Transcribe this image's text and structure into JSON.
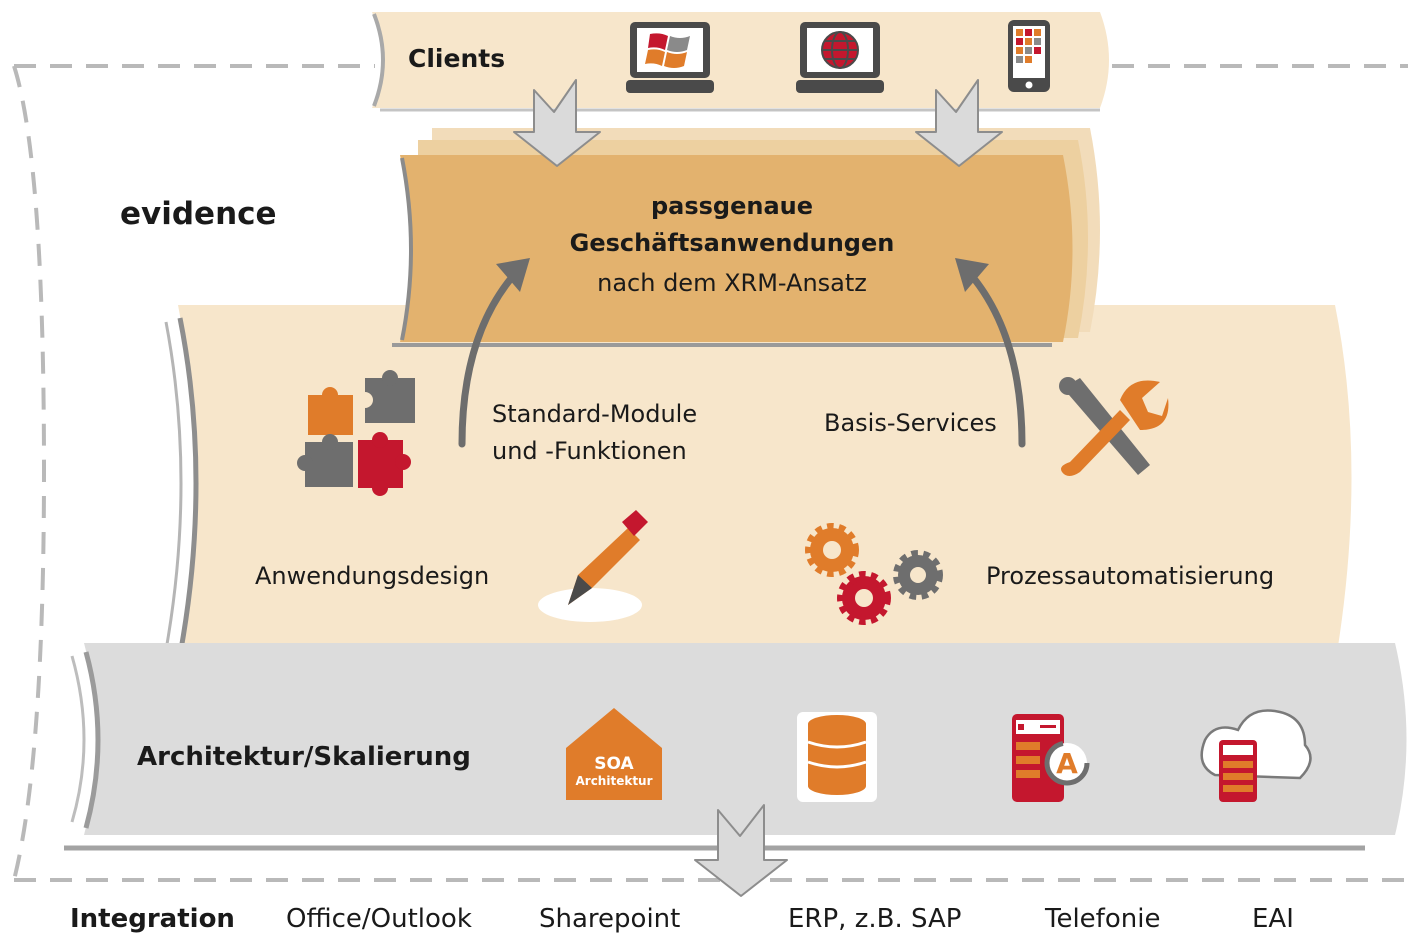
{
  "brand": "evidence",
  "clients": {
    "label": "Clients",
    "icons": [
      "windows-laptop-icon",
      "globe-laptop-icon",
      "smartphone-icon"
    ]
  },
  "core": {
    "line1": "passgenaue",
    "line2": "Geschäftsanwendungen",
    "line3": "nach dem XRM-Ansatz"
  },
  "platform": {
    "modules_line1": "Standard-Module",
    "modules_line2": "und -Funktionen",
    "basis": "Basis-Services",
    "design": "Anwendungsdesign",
    "process": "Prozessautomatisierung",
    "icons": [
      "puzzle-icon",
      "tools-icon",
      "pencil-icon",
      "gears-icon"
    ]
  },
  "architecture": {
    "label": "Architektur/Skalierung",
    "soa_title": "SOA",
    "soa_sub": "Architektur",
    "icons": [
      "soa-house-icon",
      "database-icon",
      "server-availability-icon",
      "cloud-server-icon"
    ]
  },
  "integration": {
    "label": "Integration",
    "items": [
      "Office/Outlook",
      "Sharepoint",
      "ERP, z.B. SAP",
      "Telefonie",
      "EAI"
    ]
  },
  "colors": {
    "cream": "#f7e6cb",
    "core": "#e3b26e",
    "orange": "#e07c2a",
    "red": "#c4172e",
    "grey_band": "#dcdcdc",
    "arrow": "#6d6d6d",
    "dash": "#b9b9b9"
  }
}
